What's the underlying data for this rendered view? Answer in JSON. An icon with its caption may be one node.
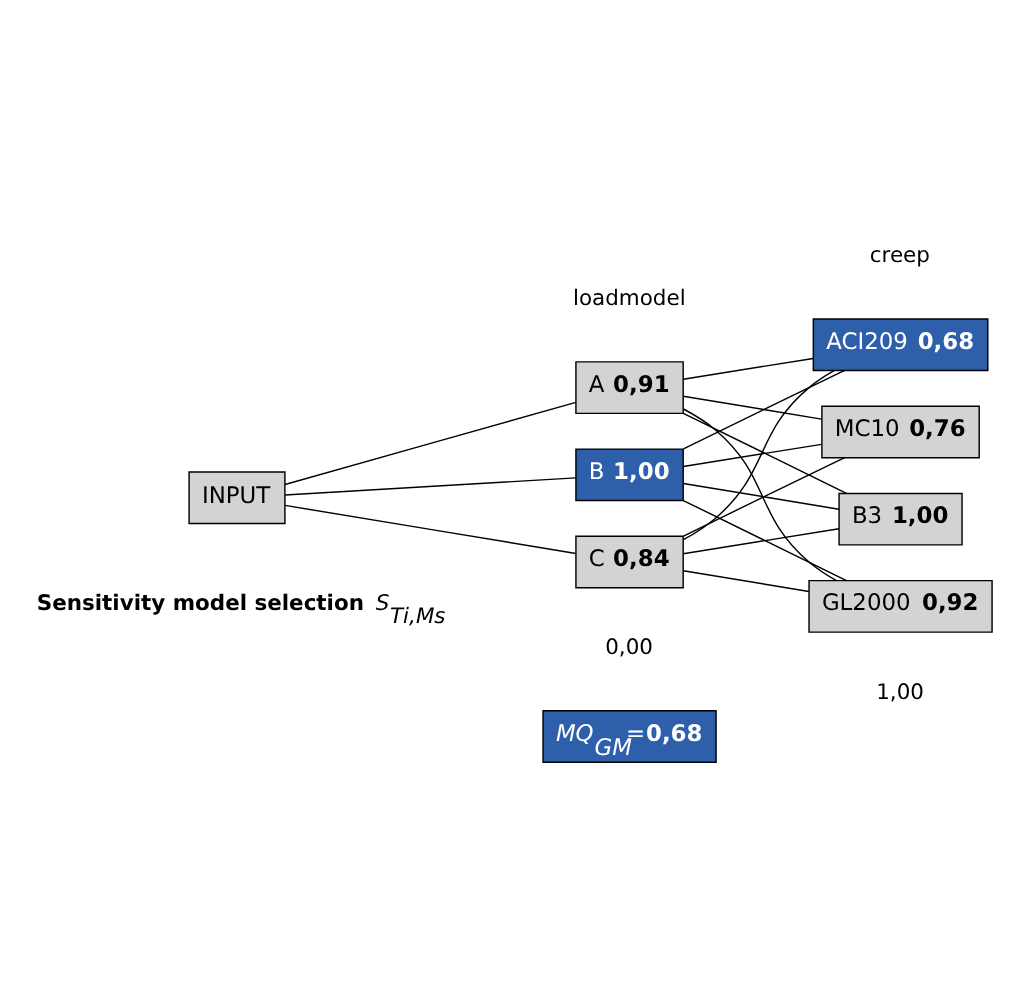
{
  "diagram": {
    "nodes": [
      {
        "text": [
          "INPUT"
        ]
      },
      {
        "text": [
          "A **0,91**"
        ]
      },
      {
        "text": [
          "B **1,00**"
        ]
      },
      {
        "text": [
          "C **0,84**"
        ]
      },
      {
        "text": [
          "ACI209 **0,68**"
        ]
      },
      {
        "text": [
          "MC10 **0,76**"
        ]
      },
      {
        "text": [
          "B3 **1,00**"
        ]
      },
      {
        "text": [
          "GL2000 **0,92**"
        ]
      },
      {
        "text": [
          "*MQ*$_{GM}$=**0,68**"
        ]
      }
    ],
    "edges": [
      {
        "from": 0,
        "to": 1,
        "arrow": "none"
      },
      {
        "from": 0,
        "to": 2,
        "arrow": "none"
      },
      {
        "from": 0,
        "to": 3,
        "arrow": "none"
      },
      {
        "from": 1,
        "to": 4,
        "arrow": "none"
      },
      {
        "from": 1,
        "to": 5,
        "arrow": "none"
      },
      {
        "from": 1,
        "to": 6,
        "arrow": "none"
      },
      {
        "from": 1,
        "to": 7,
        "arrow": "none"
      },
      {
        "from": 2,
        "to": 4,
        "arrow": "none"
      },
      {
        "from": 2,
        "to": 5,
        "arrow": "none"
      },
      {
        "from": 2,
        "to": 6,
        "arrow": "none"
      },
      {
        "from": 2,
        "to": 7,
        "arrow": "none"
      },
      {
        "from": 3,
        "to": 4,
        "arrow": "none"
      },
      {
        "from": 3,
        "to": 5,
        "arrow": "none"
      },
      {
        "from": 3,
        "to": 6,
        "arrow": "none"
      },
      {
        "from": 3,
        "to": 7,
        "arrow": "none"
      }
    ],
    "labels": [
      "creep",
      "loadmodel",
      "**Sensitivity model selection** *S*$_{Ti,Ms}$",
      "0,00",
      "1,00"
    ]
  }
}
